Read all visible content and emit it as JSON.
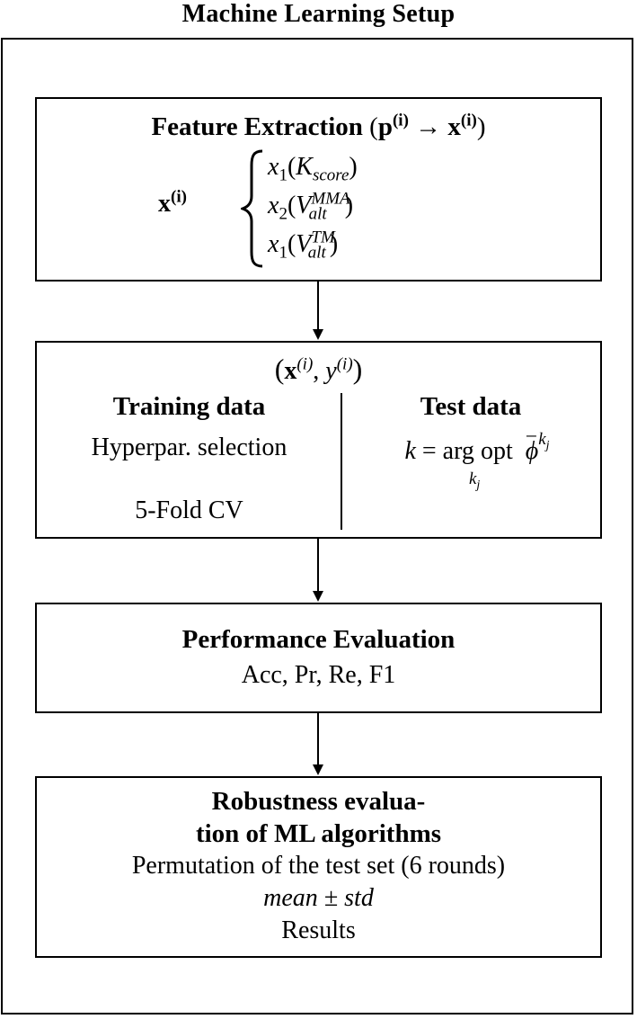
{
  "title": "Machine Learning Setup",
  "feature_extraction": {
    "heading": "Feature Extraction",
    "mapping": "(p⁽ⁱ⁾ → x⁽ⁱ⁾)",
    "vector_label": "x",
    "vector_sup": "(i)",
    "features": [
      {
        "name": "x",
        "index": "1",
        "arg": "K",
        "arg_sub": "score",
        "arg_sup": ""
      },
      {
        "name": "x",
        "index": "2",
        "arg": "V",
        "arg_sub": "alt",
        "arg_sup": "MMA"
      },
      {
        "name": "x",
        "index": "1",
        "arg": "V",
        "arg_sub": "alt",
        "arg_sup": "TM"
      }
    ]
  },
  "data_split": {
    "pair": "(x, y)",
    "pair_sup": "(i)",
    "training_heading": "Training data",
    "training_item": "Hyperpar. selection",
    "cv": "5-Fold CV",
    "test_heading": "Test data",
    "optimization": "k = arg opt",
    "opt_sub": "k_j",
    "opt_symbol": "φ̄",
    "opt_sup": "k_j"
  },
  "performance": {
    "heading": "Performance Evaluation",
    "metrics": "Acc, Pr, Re, F1"
  },
  "robustness": {
    "heading_line1": "Robustness evalua-",
    "heading_line2": "tion of ML algorithms",
    "permutation": "Permutation of the test set (6 rounds)",
    "stats": "mean ± std",
    "results": "Results"
  }
}
